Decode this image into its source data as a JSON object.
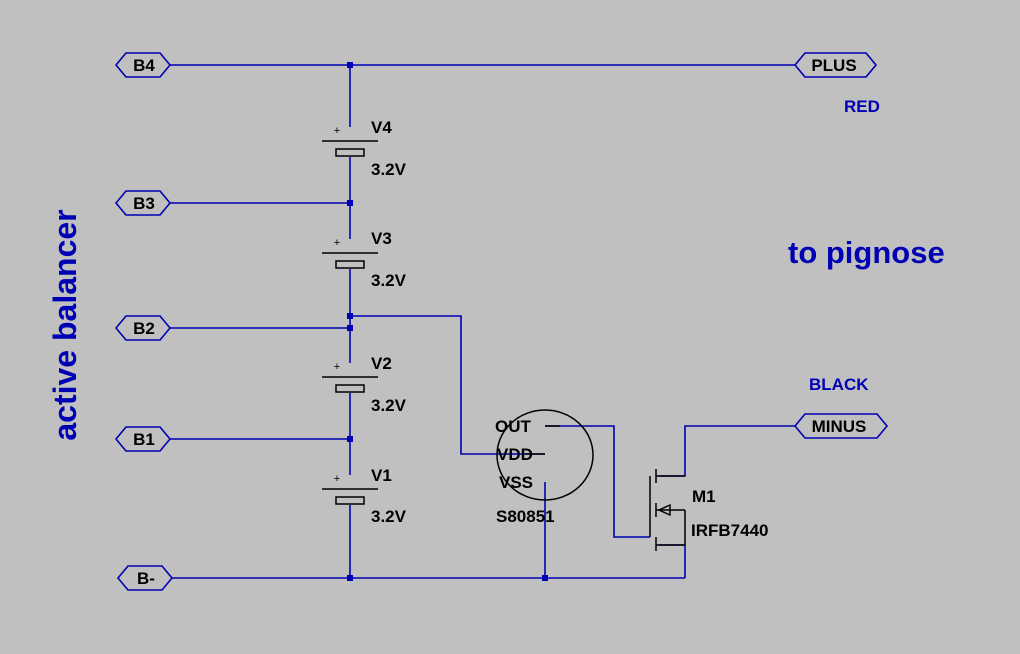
{
  "ports": {
    "b4": "B4",
    "b3": "B3",
    "b2": "B2",
    "b1": "B1",
    "b_minus": "B-",
    "plus": "PLUS",
    "minus": "MINUS"
  },
  "cells": [
    {
      "name": "V4",
      "value": "3.2V"
    },
    {
      "name": "V3",
      "value": "3.2V"
    },
    {
      "name": "V2",
      "value": "3.2V"
    },
    {
      "name": "V1",
      "value": "3.2V"
    }
  ],
  "ic": {
    "pin_out": "OUT",
    "pin_vdd": "VDD",
    "pin_vss": "VSS",
    "part": "S80851"
  },
  "mosfet": {
    "name": "M1",
    "part": "IRFB7440"
  },
  "notes": {
    "vertical_label": "active balancer",
    "red": "RED",
    "to_pignose": "to pignose",
    "black": "BLACK"
  },
  "colors": {
    "background": "#c0c0c0",
    "wire": "#0000b4",
    "component": "#000000"
  },
  "plus_mark": "+"
}
